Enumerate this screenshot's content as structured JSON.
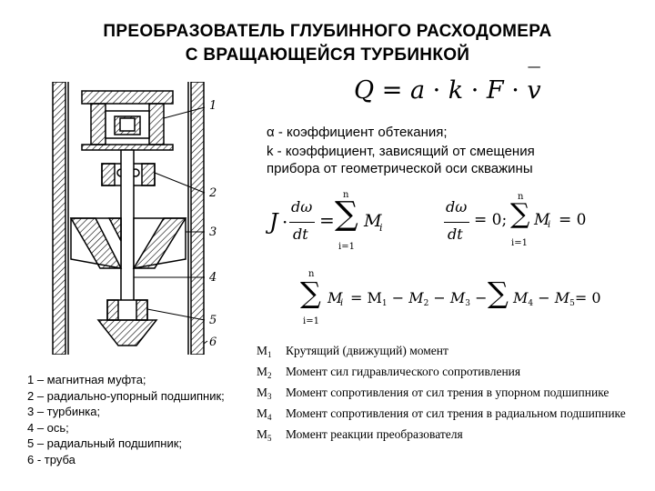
{
  "title": {
    "line1": "ПРЕОБРАЗОВАТЕЛЬ ГЛУБИННОГО РАСХОДОМЕРА",
    "line2": "С ВРАЩАЮЩЕЙСЯ ТУРБИНКОЙ"
  },
  "formula": {
    "Q": "Q",
    "eq": " = ",
    "a": "a",
    "dot": " · ",
    "k": "k",
    "F": "F",
    "v": "v",
    "vbar": "‾"
  },
  "descriptions": {
    "alpha": "α  - коэффициент обтекания;",
    "k_line1": "k  - коэффициент, зависящий от смещения",
    "k_line2": "прибора от геометрической оси скважины"
  },
  "equations": {
    "J": "J",
    "dot": "·",
    "domega": "dω",
    "dt": "dt",
    "equals": "=",
    "sigma": "∑",
    "n": "n",
    "i1": "i=1",
    "M": "M",
    "i": "i",
    "zero_semicolon": "= 0;",
    "zero": "= 0",
    "balance_rhs": "= M",
    "minus": " − ",
    "s1": "1",
    "s2": "2",
    "s3": "3",
    "s4": "4",
    "s5": "5"
  },
  "figure_labels": [
    "1",
    "2",
    "3",
    "4",
    "5",
    "6"
  ],
  "legend": [
    "1 – магнитная муфта;",
    "2 – радиально-упорный подшипник;",
    "3 – турбинка;",
    "4 – ось;",
    "5 – радиальный подшипник;",
    "6 - труба"
  ],
  "moments": [
    {
      "sym": "M",
      "sub": "1",
      "text": "Крутящий  (движущий) момент"
    },
    {
      "sym": "M",
      "sub": "2",
      "text": "Момент сил гидравлического сопротивления"
    },
    {
      "sym": "M",
      "sub": "3",
      "text": "Момент сопротивления от сил трения в упорном подшипнике"
    },
    {
      "sym": "M",
      "sub": "4",
      "text": "Момент сопротивления от сил трения в радиальном подшипнике"
    },
    {
      "sym": "M",
      "sub": "5",
      "text": "Момент реакции преобразователя"
    }
  ]
}
